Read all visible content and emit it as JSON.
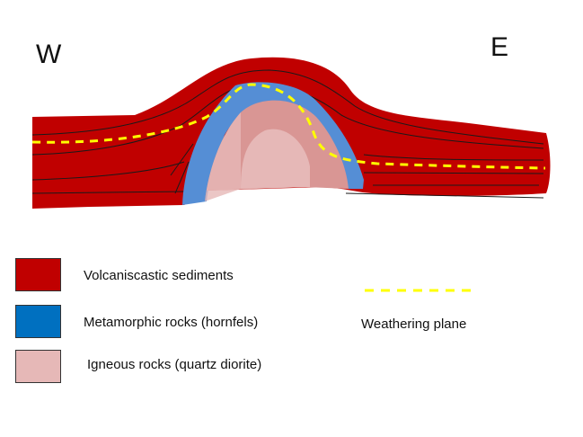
{
  "directions": {
    "west": "W",
    "east": "E"
  },
  "legend": {
    "volcaniclastic": {
      "label": "Volcaniscastic sediments",
      "color": "#c00000"
    },
    "metamorphic": {
      "label": "Metamorphic rocks (hornfels)",
      "color": "#0070c0"
    },
    "igneous": {
      "label": "Igneous rocks (quartz diorite)",
      "color": "#e6b8b7"
    },
    "weathering": {
      "label": "Weathering plane",
      "color": "#ffff00"
    }
  }
}
